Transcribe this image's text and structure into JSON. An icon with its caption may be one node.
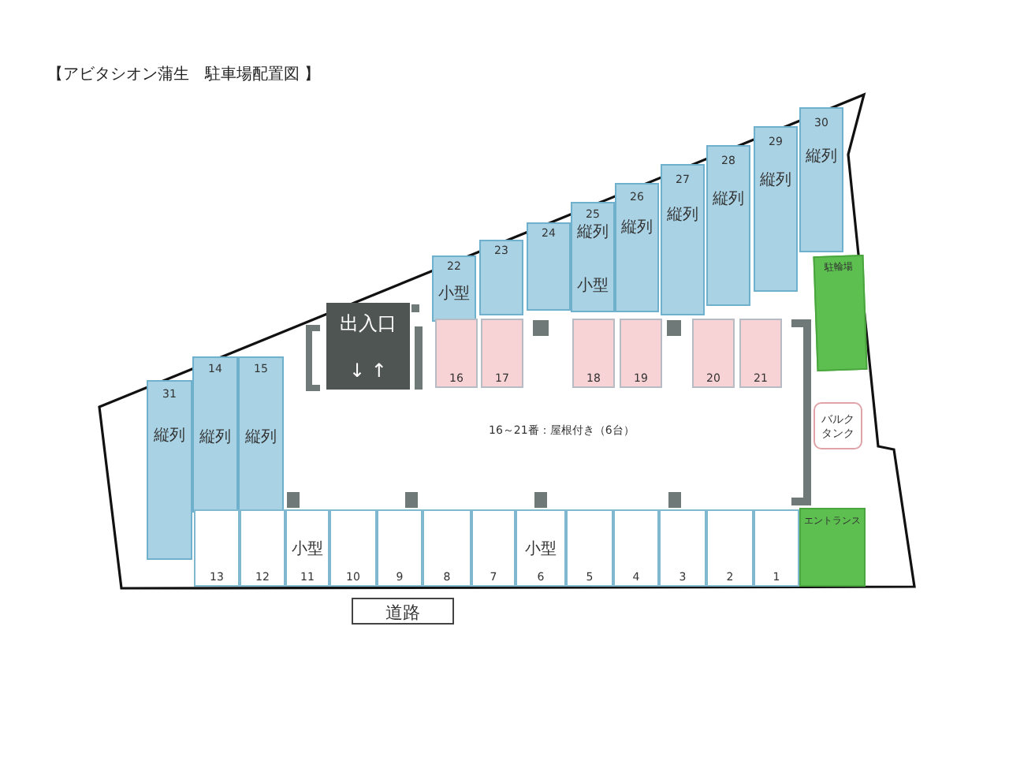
{
  "diagram": {
    "title": "【アビタシオン蒲生　駐車場配置図 】",
    "nodes": [
      {
        "text": [
          "22",
          "小型"
        ]
      },
      {
        "text": [
          "23"
        ]
      },
      {
        "text": [
          "24"
        ]
      },
      {
        "text": [
          "25",
          "縦列",
          "小型"
        ]
      },
      {
        "text": [
          "26",
          "縦列"
        ]
      },
      {
        "text": [
          "27",
          "縦列"
        ]
      },
      {
        "text": [
          "28",
          "縦列"
        ]
      },
      {
        "text": [
          "29",
          "縦列"
        ]
      },
      {
        "text": [
          "30",
          "縦列"
        ]
      },
      {
        "text": [
          "出入口",
          "↓ ↑"
        ]
      },
      {
        "text": [
          "16"
        ]
      },
      {
        "text": [
          "17"
        ]
      },
      {
        "text": [
          "18"
        ]
      },
      {
        "text": [
          "19"
        ]
      },
      {
        "text": [
          "20"
        ]
      },
      {
        "text": [
          "21"
        ]
      },
      {
        "text": [
          "駐輪場"
        ]
      },
      {
        "text": [
          "31",
          "縦列"
        ]
      },
      {
        "text": [
          "14",
          "縦列"
        ]
      },
      {
        "text": [
          "15",
          "縦列"
        ]
      },
      {
        "text": [
          "バルクタンク"
        ]
      },
      {
        "text": [
          "13"
        ]
      },
      {
        "text": [
          "12"
        ]
      },
      {
        "text": [
          "小型",
          "11"
        ]
      },
      {
        "text": [
          "10"
        ]
      },
      {
        "text": [
          "9"
        ]
      },
      {
        "text": [
          "8"
        ]
      },
      {
        "text": [
          "7"
        ]
      },
      {
        "text": [
          "小型",
          "6"
        ]
      },
      {
        "text": [
          "5"
        ]
      },
      {
        "text": [
          "4"
        ]
      },
      {
        "text": [
          "3"
        ]
      },
      {
        "text": [
          "2"
        ]
      },
      {
        "text": [
          "1"
        ]
      },
      {
        "text": [
          "エントランス"
        ]
      },
      {
        "text": [
          "道路"
        ]
      }
    ],
    "edges": [],
    "labels": [
      "16～21番：屋根付き（6台）"
    ]
  }
}
